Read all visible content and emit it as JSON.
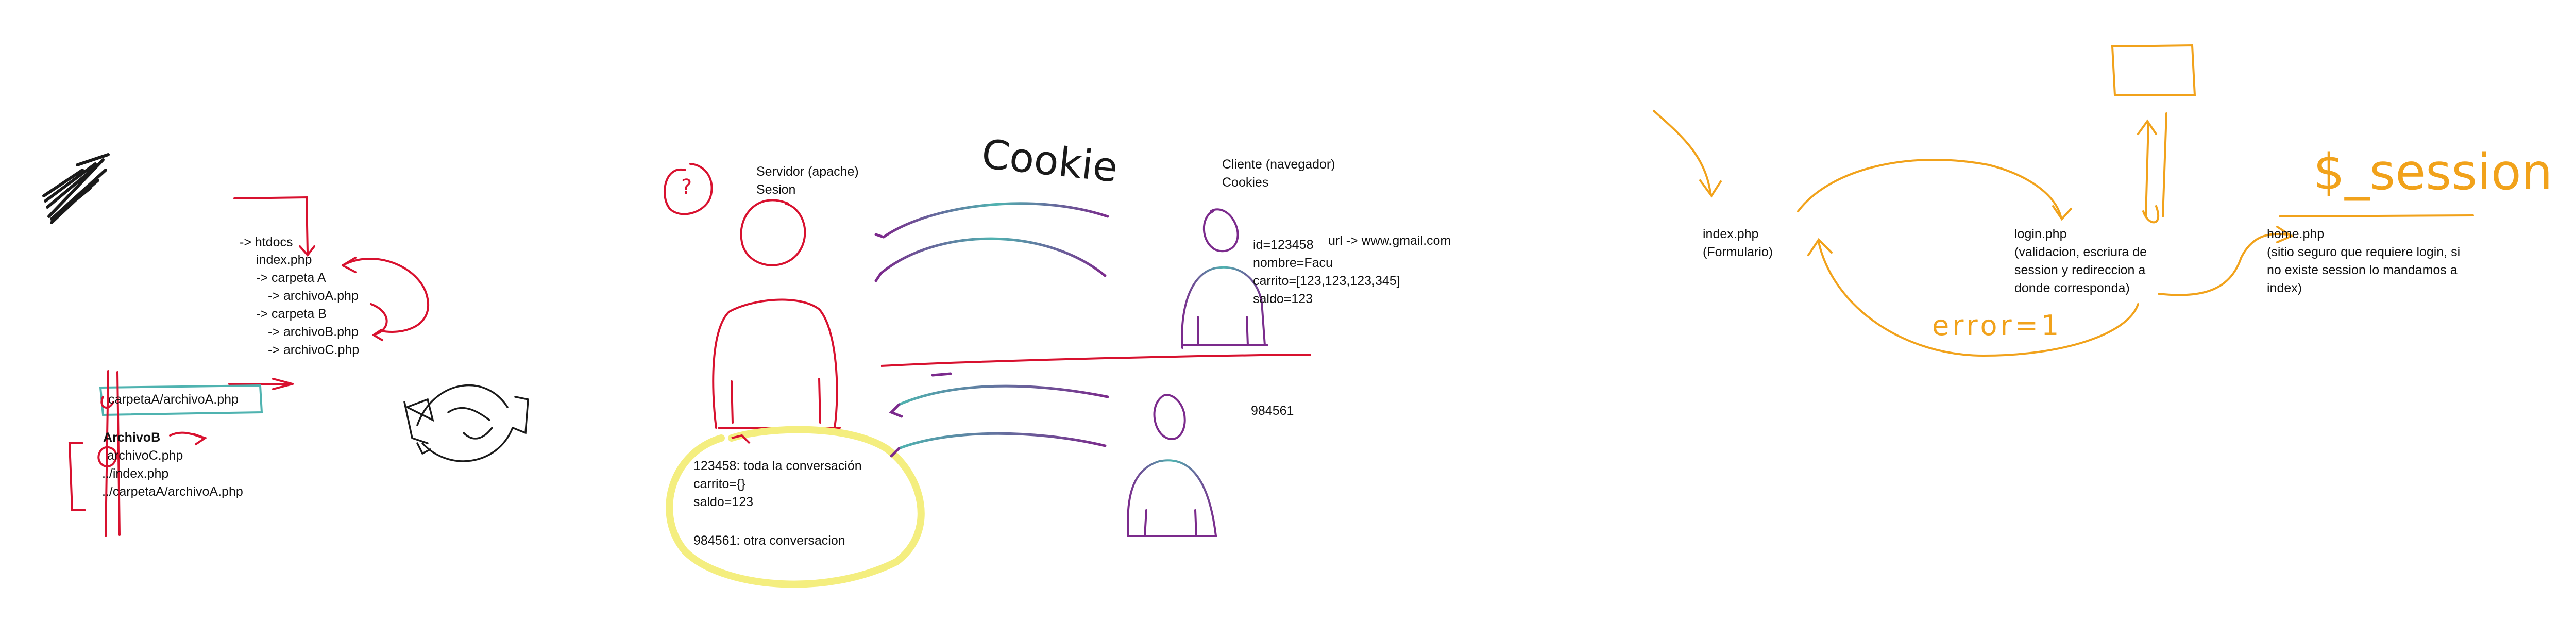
{
  "colors": {
    "red": "#d8112f",
    "orange": "#f1a21b",
    "yellow": "#f4ee7f",
    "purple": "#7b2a8c",
    "teal": "#4fb3b0",
    "black": "#1a1a1a"
  },
  "files": {
    "htdocs": "-> htdocs",
    "index": "index.php",
    "carpetaA": "-> carpeta A",
    "archivoA": "-> archivoA.php",
    "carpetaB": "-> carpeta B",
    "archivoB": "-> archivoB.php",
    "archivoC": "-> archivoC.php"
  },
  "paths": {
    "boxed": "carpetaA/archivoA.php",
    "heading": "ArchivoB",
    "line1": "archivoC.php",
    "line2": "../index.php",
    "line3": "../carpetaA/archivoA.php"
  },
  "server": {
    "line1": "Servidor (apache)",
    "line2": "Sesion"
  },
  "client": {
    "line1": "Cliente (navegador)",
    "line2": "Cookies"
  },
  "cookie_word": "Cookie",
  "question_mark": "?",
  "cookie_values": {
    "id": "id=123458",
    "url": "url -> www.gmail.com",
    "nombre": "nombre=Facu",
    "carrito": "carrito=[123,123,123,345]",
    "saldo": "saldo=123"
  },
  "client2_id": "984561",
  "sessions": {
    "s1": "123458: toda la conversación",
    "s1_carrito": "carrito={}",
    "s1_saldo": "saldo=123",
    "s2": "984561: otra conversacion"
  },
  "flow": {
    "index": "index.php",
    "index_sub": "(Formulario)",
    "login": "login.php",
    "login_desc1": "(validacion, escriura de",
    "login_desc2": "session y redireccion a",
    "login_desc3": "donde corresponda)",
    "home": "home.php",
    "home_desc1": "(sitio seguro que requiere login, si",
    "home_desc2": "no existe session lo mandamos a",
    "home_desc3": "index)",
    "error": "error=1",
    "session_var": "$_session"
  }
}
